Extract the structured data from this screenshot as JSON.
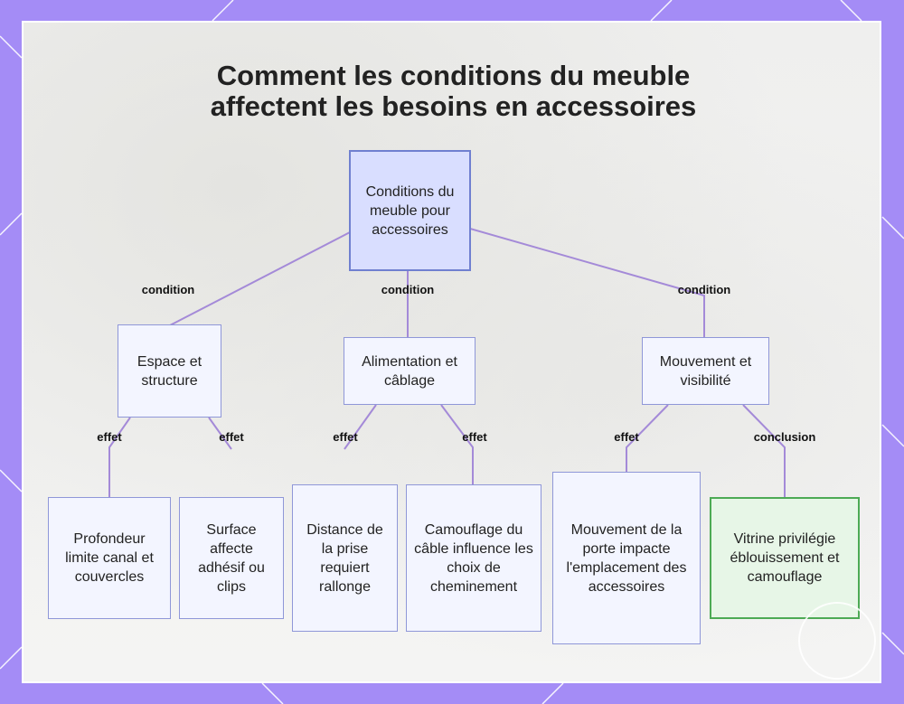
{
  "title": {
    "line1": "Comment les conditions du meuble",
    "line2": "affectent les besoins en accessoires"
  },
  "nodes": {
    "root": "Conditions du meuble pour accessoires",
    "espace": "Espace et structure",
    "alimentation": "Alimentation et câblage",
    "mouvement": "Mouvement et visibilité",
    "profondeur": "Profondeur limite canal et couvercles",
    "surface": "Surface affecte adhésif ou clips",
    "distance": "Distance de la prise requiert rallonge",
    "camouflage": "Camouflage du câble influence les choix de cheminement",
    "mouvement_porte": "Mouvement de la porte impacte l'emplacement des accessoires",
    "vitrine": "Vitrine privilégie éblouissement et camouflage"
  },
  "edge_labels": {
    "root_espace": "condition",
    "root_alimentation": "condition",
    "root_mouvement": "condition",
    "espace_profondeur": "effet",
    "espace_surface": "effet",
    "alimentation_distance": "effet",
    "alimentation_camouflage": "effet",
    "mouvement_porte": "effet",
    "mouvement_vitrine": "conclusion"
  },
  "colors": {
    "frame": "#a48cf6",
    "edge": "#a48ad8",
    "node_border": "#8f97d8",
    "root_fill": "#d9deff",
    "conclusion_border": "#4daa55"
  }
}
